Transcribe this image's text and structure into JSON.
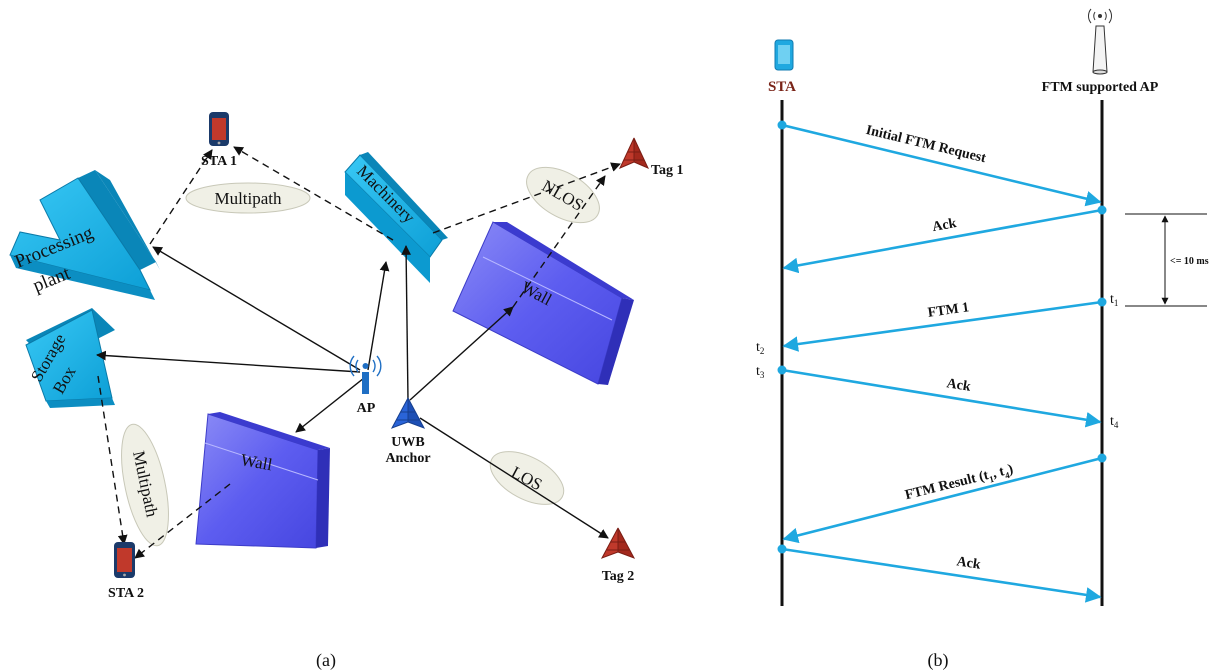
{
  "panel_a": {
    "caption": "(a)",
    "sta1": "STA 1",
    "sta2": "STA 2",
    "tag1": "Tag 1",
    "tag2": "Tag 2",
    "ap": "AP",
    "uwb_line1": "UWB",
    "uwb_line2": "Anchor",
    "processing_line1": "Processing",
    "processing_line2": "plant",
    "storage_line1": "Storage",
    "storage_line2": "Box",
    "machinery": "Machinery",
    "wall_top": "Wall",
    "wall_bottom": "Wall",
    "multipath_top": "Multipath",
    "multipath_left": "Multipath",
    "nlos": "NLOS",
    "los": "LOS"
  },
  "panel_b": {
    "caption": "(b)",
    "sta": "STA",
    "ap": "FTM supported AP",
    "msg_initial": "Initial FTM Request",
    "msg_ack1": "Ack",
    "msg_ftm1": "FTM 1",
    "msg_ack2": "Ack",
    "msg_result": "FTM Result (t",
    "msg_result_s1": "1",
    "msg_result_sep": ", t",
    "msg_result_s4": "4",
    "msg_result_end": ")",
    "msg_ack3": "Ack",
    "t1": "t",
    "t1_sub": "1",
    "t2": "t",
    "t2_sub": "2",
    "t3": "t",
    "t3_sub": "3",
    "t4": "t",
    "t4_sub": "4",
    "interval": "<= 10 ms"
  },
  "colors": {
    "arrow_blue": "#1fa8e0",
    "object_cyan": "#12b3ec",
    "wall_blue": "#5a5aee",
    "tag_red": "#c0392b",
    "ellipse_fill": "#f0f0e6"
  }
}
